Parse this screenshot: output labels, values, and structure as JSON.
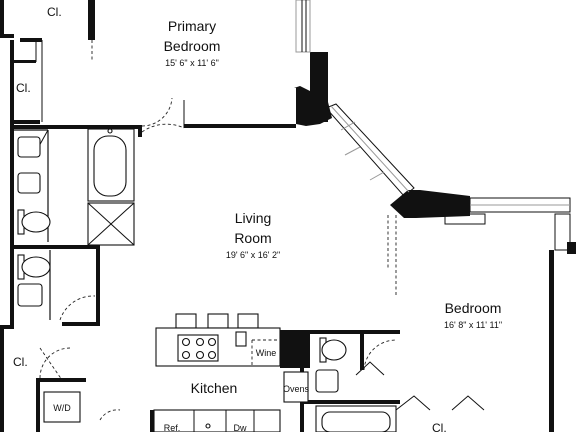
{
  "plan": {
    "rooms": [
      {
        "key": "primary_bedroom",
        "name_lines": [
          "Primary",
          "Bedroom"
        ],
        "dims": "15' 6\" x 11' 6\""
      },
      {
        "key": "living_room",
        "name_lines": [
          "Living",
          "Room"
        ],
        "dims": "19' 6\" x 16' 2\""
      },
      {
        "key": "bedroom",
        "name_lines": [
          "Bedroom"
        ],
        "dims": "16' 8\" x 11' 11\""
      },
      {
        "key": "kitchen",
        "name_lines": [
          "Kitchen"
        ],
        "dims": ""
      }
    ],
    "closets": {
      "top": "Cl.",
      "upper_left": "Cl.",
      "lower_left": "Cl.",
      "bottom_right": "Cl."
    },
    "fixtures": {
      "washer_dryer": "W/D",
      "wine": "Wine",
      "ovens": "Ovens",
      "refrigerator": "Ref.",
      "dishwasher": "Dw"
    }
  }
}
